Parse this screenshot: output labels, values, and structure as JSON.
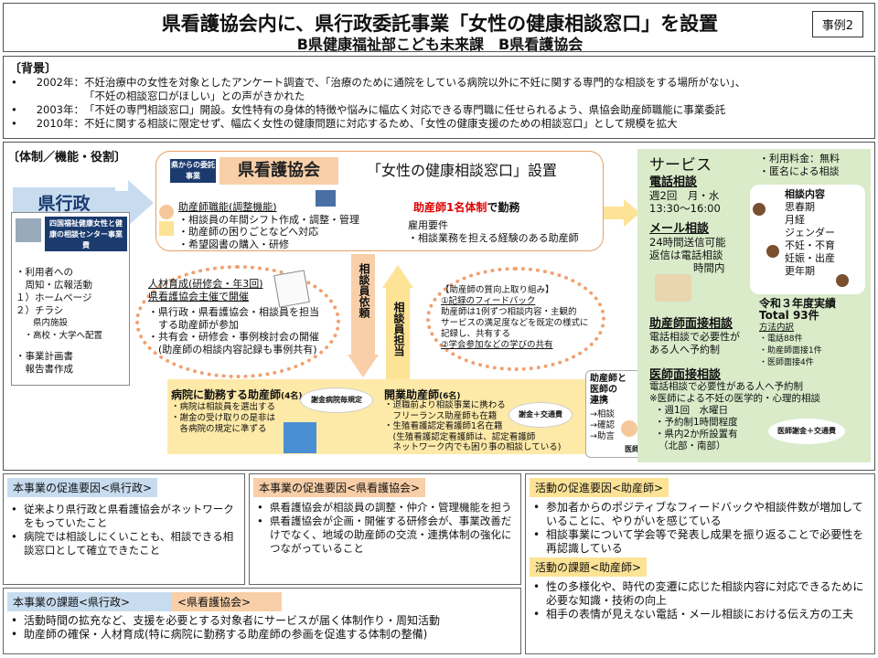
{
  "header": {
    "title": "県看護協会内に、県行政委託事業「女性の健康相談窓口」を設置",
    "subtitle": "B県健康福祉部こども未来課　B県看護協会",
    "case": "事例2"
  },
  "background": {
    "heading": "〔背景〕",
    "items": [
      {
        "year": "2002年：",
        "text": "不妊治療中の女性を対象としたアンケート調査で、「治療のために通院をしている病院以外に不妊に関する専門的な相談をする場所がない」、"
      },
      {
        "year": "",
        "text": "「不妊の相談窓口がほしい」との声がきかれた"
      },
      {
        "year": "2003年：",
        "text": "「不妊の専門相談窓口」開設。女性特有の身体的特徴や悩みに幅広く対応できる専門職に任せられるよう、県協会助産師職能に事業委託"
      },
      {
        "year": "2010年：",
        "text": "不妊に関する相談に限定せず、幅広く女性の健康問題に対応するため、「女性の健康支援のための相談窓口」として規模を拡大"
      }
    ]
  },
  "system": {
    "heading": "〔体制／機能・役割〕",
    "pref": "県行政",
    "pref_org": "四国福祉健康女性と健康の相談センター事業費",
    "pref_items": [
      "・利用者への",
      "　周知・広報活動",
      "１）ホームページ",
      "２）チラシ",
      "　　県内施設",
      "　・高校・大学へ配置",
      "",
      "・事業計画書",
      "　報告書作成"
    ],
    "nurse_assoc": "県看護協会",
    "badge": "県からの委託事業",
    "window": "「女性の健康相談窓口」設置",
    "function_h": "助産師職能(調整機能)",
    "function_items": [
      "・相談員の年間シフト作成・調整・管理",
      "・助産師の困りごとなどへ対応",
      "・希望図書の購入・研修"
    ],
    "system_note1": "助産師1名体制",
    "system_note2": "で勤務",
    "employ_h": "雇用要件",
    "employ_text": "・相談業務を担える経験のある助産師",
    "arrow_down": "相談員依頼",
    "arrow_up": "相談員担当",
    "training_h": "人材育成(研修会・年3回)",
    "training_h2": "県看護協会主催で開催",
    "training_items": [
      "・県行政・県看護協会・相談員を担当",
      "　する助産師が参加",
      "・共有会・研修会・事例検討会の開催",
      "　(助産師の相談内容記録も事例共有)"
    ],
    "feedback_h": "【助産師の質向上取り組み】",
    "feedback_items": [
      "①記録のフィードバック",
      "助産師は1例ずつ相談内容・主観的",
      "サービスの満足度などを既定の様式に",
      "記録し、共有する",
      "②学会参加などの学びの共有"
    ],
    "hospital_h": "病院に勤務する助産師",
    "hospital_n": "(4名)",
    "hospital_items": [
      "・病院は相談員を選出する",
      "・謝金の受け取りの是非は",
      "　各病院の規定に準ずる"
    ],
    "hospital_tag": "謝金病院毎規定",
    "open_h": "開業助産師",
    "open_n": "(6名)",
    "open_items": [
      "・退職前より相談事業に携わる",
      "　フリーランス助産師も在籍",
      "・生殖看護認定看護師1名在籍",
      "　(生殖看護認定看護師は、認定看護師",
      "　ネットワーク内でも困り事の相談している)"
    ],
    "open_tag": "謝金＋交通費",
    "link_h1": "助産師と",
    "link_h2": "医師の",
    "link_h3": "連携",
    "link_items": [
      "→相談",
      "→確認",
      "→助言"
    ],
    "doctor": "医師",
    "service_h": "サービス",
    "fee": "・利用料金：無料",
    "anon": "・匿名による相談",
    "phone_h": "電話相談",
    "phone_t1": "週2回　月・水",
    "phone_t2": "13:30～16:00",
    "mail_h": "メール相談",
    "mail_t1": "24時間送信可能",
    "mail_t2": "返信は電話相談",
    "mail_t3": "時間内",
    "content_h": "相談内容",
    "content_items": [
      "思春期",
      "月経",
      "ジェンダー",
      "不妊・不育",
      "妊娠・出産",
      "更年期"
    ],
    "result_h": "令和３年度実績",
    "result_total": "Total 93件",
    "result_sub": "方法内訳",
    "result_items": [
      "・電話88件",
      "・助産師面接1件",
      "・医師面接4件"
    ],
    "mw_h": "助産師面接相談",
    "mw_items": [
      "電話相談で必要性が",
      "ある人へ予約制"
    ],
    "dr_h": "医師面接相談",
    "dr_items": [
      "電話相談で必要性がある人へ予約制",
      "※医師による不妊の医学的・心理的相談",
      "・週1回　水曜日",
      "・予約制1時間程度",
      "・県内2か所設置有",
      "（北部・南部）"
    ],
    "dr_tag": "医師謝金＋交通費"
  },
  "factors": {
    "pref_h": "本事業の促進要因<県行政>",
    "pref_items": [
      "従来より県行政と県看護協会がネットワークをもっていたこと",
      "病院では相談しにくいことも、相談できる相談窓口として確立できたこと"
    ],
    "assoc_h": "本事業の促進要因<県看護協会>",
    "assoc_items": [
      "県看護協会が相談員の調整・仲介・管理機能を担う",
      "県看護協会が企画・開催する研修会が、事業改善だけでなく、地域の助産師の交流・連携体制の強化につながっていること"
    ],
    "act_h": "活動の促進要因<助産師>",
    "act_items": [
      "参加者からのポジティブなフィードバックや相談件数が増加していることに、やりがいを感じている",
      "相談事業について学会等で発表し成果を振り返ることで必要性を再認識している"
    ],
    "issue_h1": "本事業の課題<県行政>",
    "issue_h2": "<県看護協会>",
    "issue_items": [
      "活動時間の拡充など、支援を必要とする対象者にサービスが届く体制作り・周知活動",
      "助産師の確保・人材育成(特に病院に勤務する助産師の参画を促進する体制の整備)"
    ],
    "aissue_h": "活動の課題<助産師>",
    "aissue_items": [
      "性の多様化や、時代の変遷に応じた相談内容に対応できるために必要な知識・技術の向上",
      "相手の表情が見えない電話・メール相談における伝え方の工夫"
    ]
  }
}
